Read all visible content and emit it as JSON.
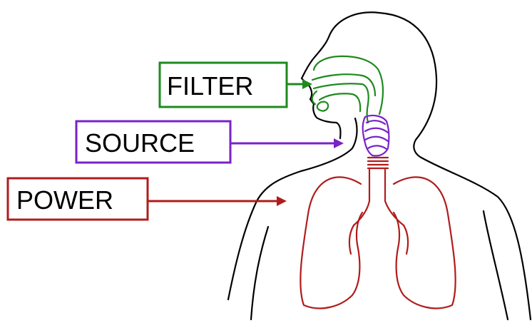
{
  "labels": {
    "filter": {
      "text": "FILTER",
      "color": "#1e8a1e"
    },
    "source": {
      "text": "SOURCE",
      "color": "#7a22c8"
    },
    "power": {
      "text": "POWER",
      "color": "#b01c1c"
    }
  },
  "figure": {
    "outline_color": "#000000",
    "vocal_tract_color": "#1e8a1e",
    "larynx_color": "#7a22c8",
    "trachea_lungs_color": "#b01c1c"
  }
}
